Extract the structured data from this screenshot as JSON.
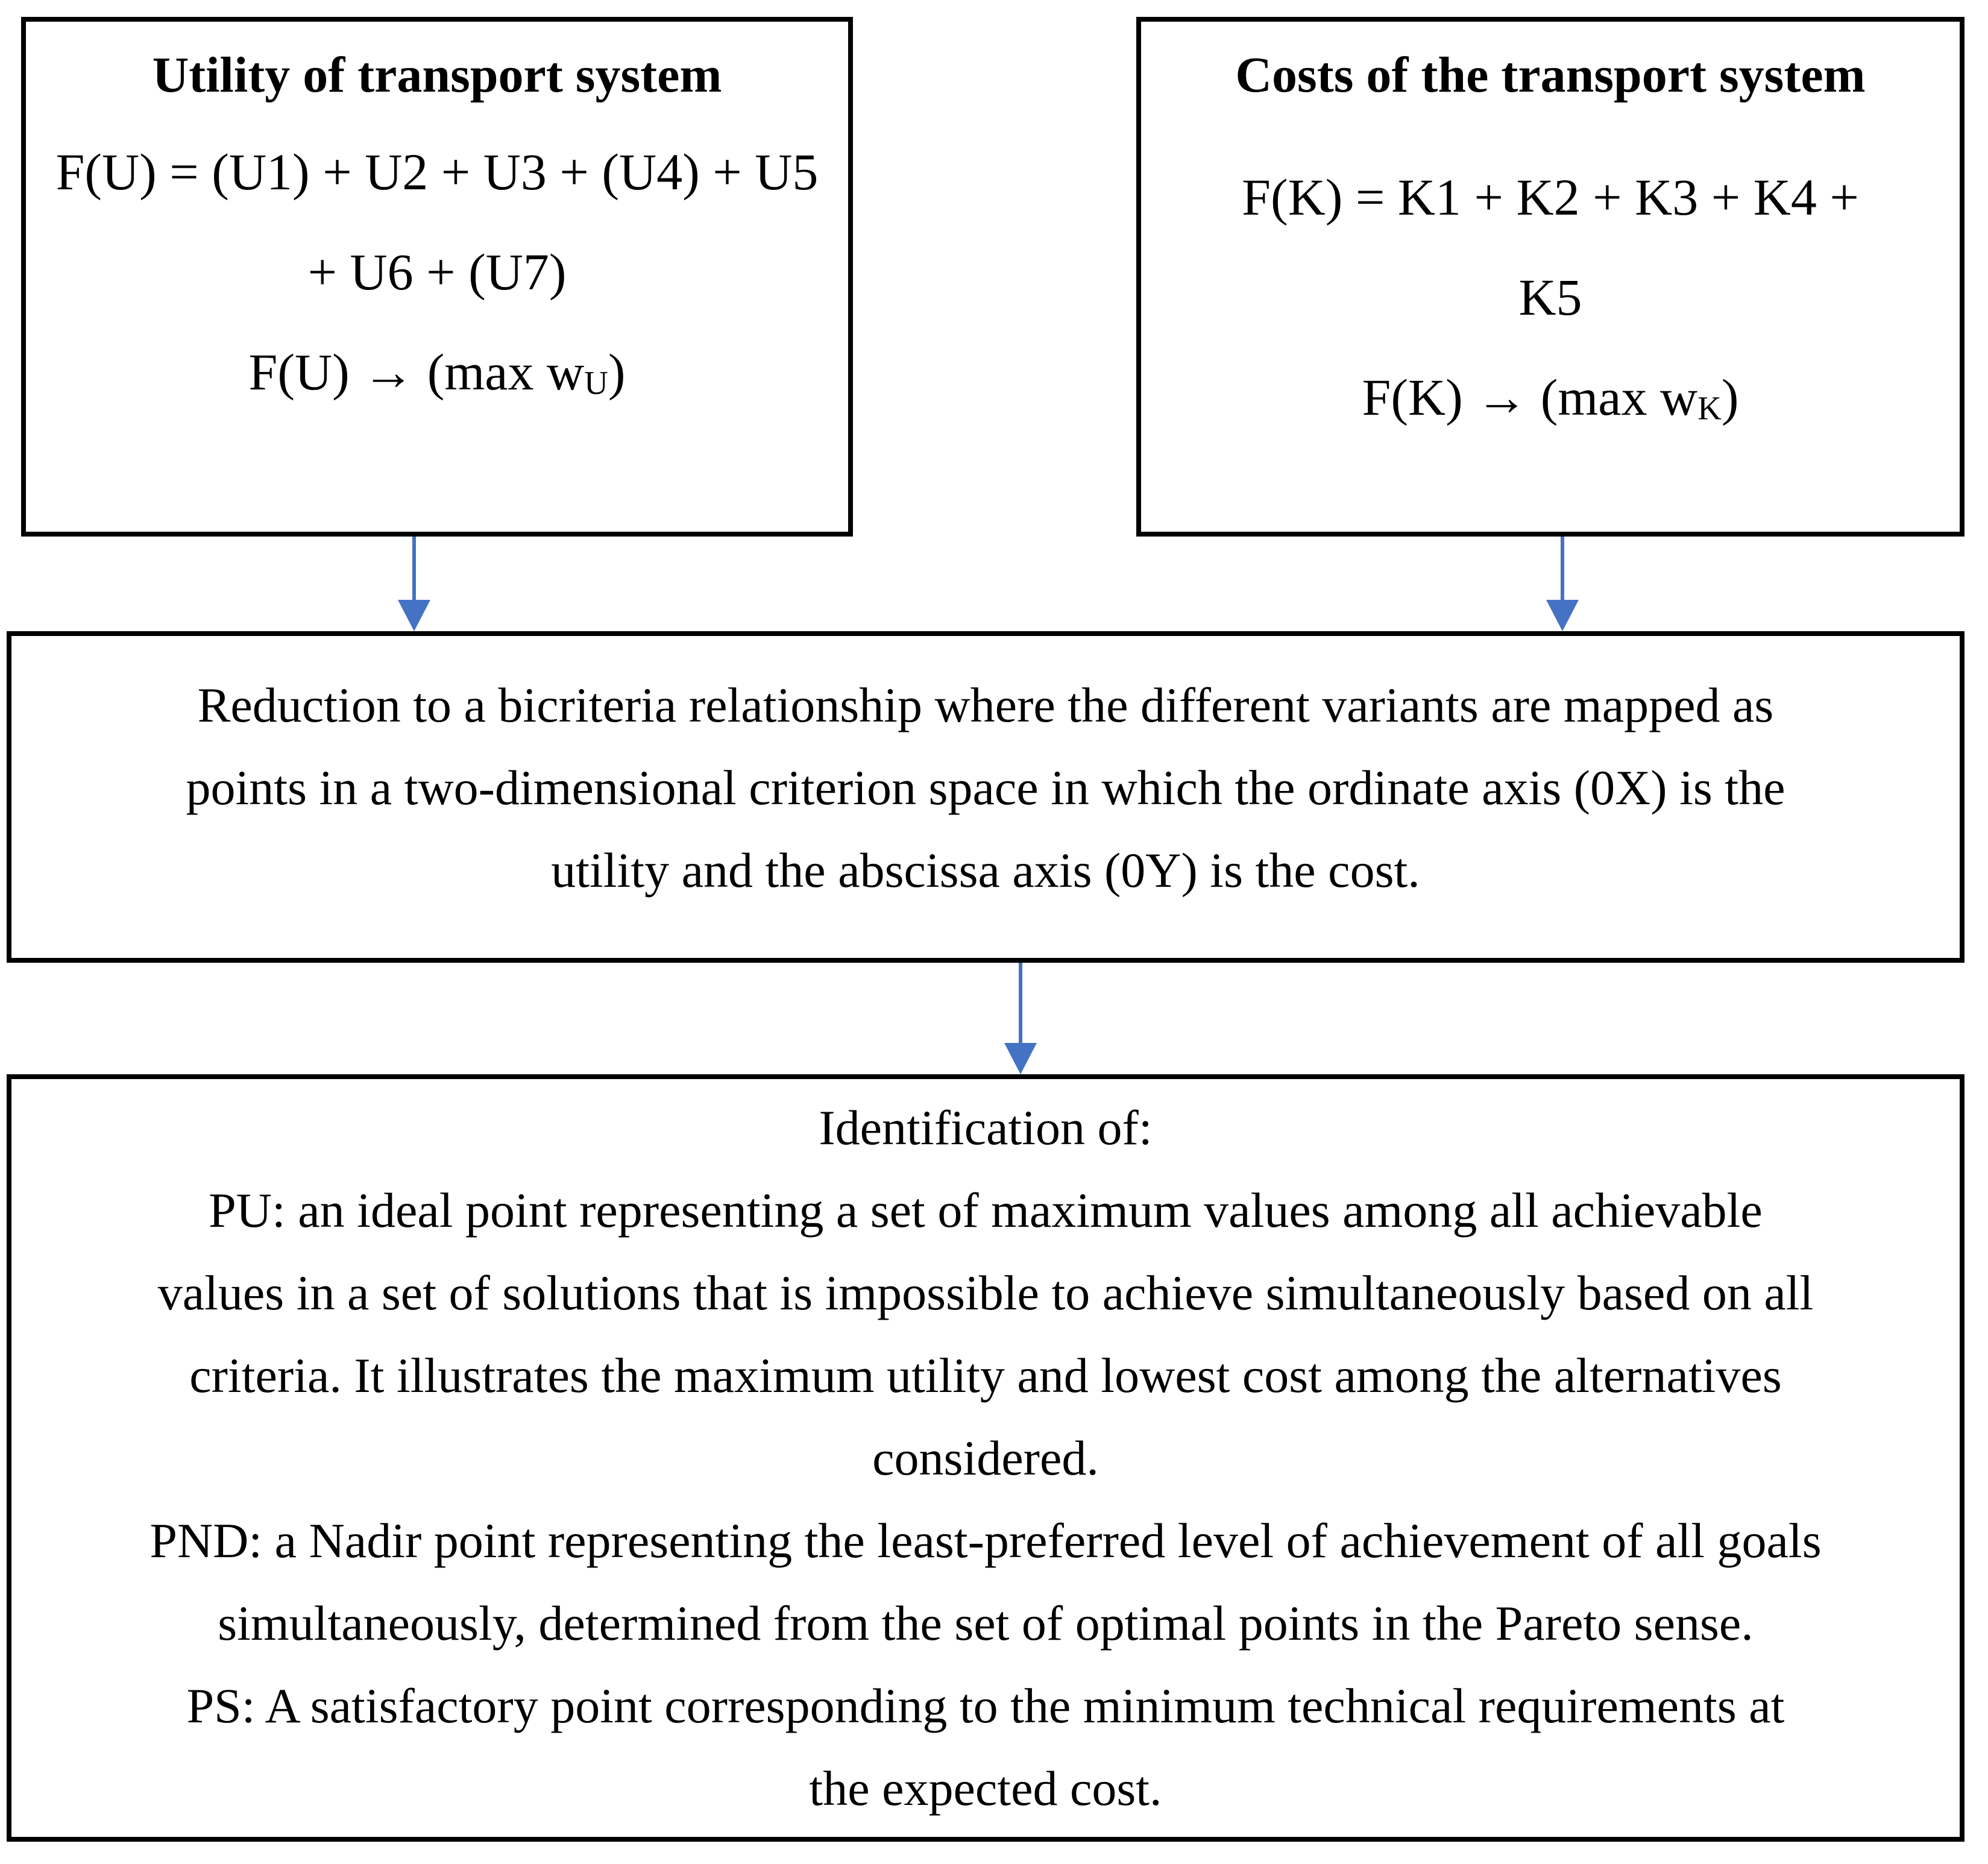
{
  "diagram": {
    "arrow_color": "#4472C4",
    "border_color": "#000000",
    "background_color": "#ffffff",
    "utility_box": {
      "title": "Utility of transport system",
      "line1": "F(U) = (U1) + U2 + U3 + (U4) + U5",
      "line2": "+ U6 + (U7)",
      "line3_pre": "F(U) → (max w",
      "line3_sub": "U",
      "line3_post": ")"
    },
    "costs_box": {
      "title": "Costs of the transport system",
      "line1": "F(K) = K1 + K2 + K3 + K4 +",
      "line2": "K5",
      "line3_pre": "F(K) → (max w",
      "line3_sub": "K",
      "line3_post": ")"
    },
    "reduction_box": {
      "lines": [
        "Reduction to a bicriteria relationship where the different variants are mapped as",
        "points in a two-dimensional criterion space in which the ordinate axis (0X) is the",
        "utility and the abscissa axis (0Y) is the cost."
      ]
    },
    "identification_box": {
      "lines": [
        "Identification of:",
        "PU: an ideal point representing a set of maximum values among all achievable",
        "values in a set of solutions that is impossible to achieve simultaneously based on all",
        "criteria. It illustrates the maximum utility and lowest cost among the alternatives",
        "considered.",
        "PND: a Nadir point representing the least-preferred level of achievement of all goals",
        "simultaneously, determined from the set of optimal points in the Pareto sense.",
        "PS: A satisfactory point corresponding to the minimum technical requirements at",
        "the expected cost."
      ]
    }
  }
}
